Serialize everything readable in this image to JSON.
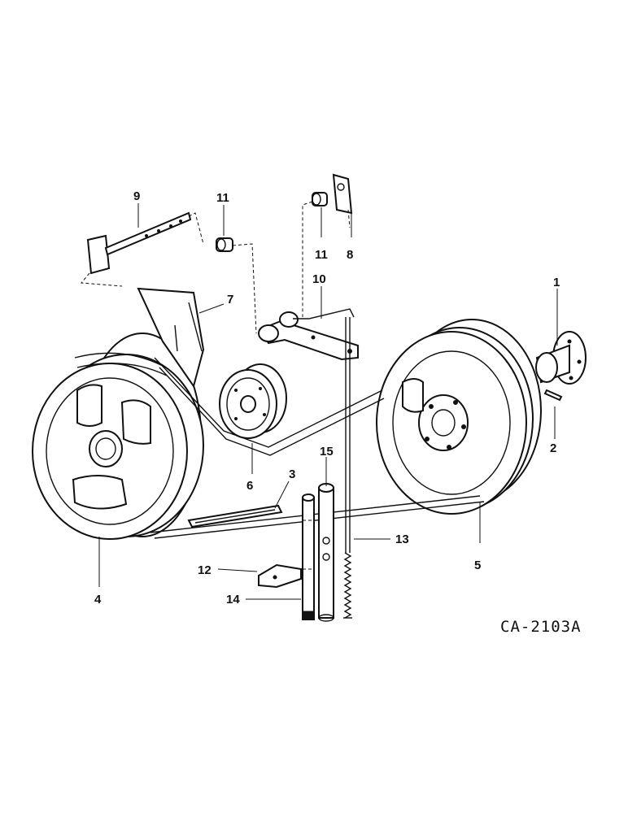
{
  "callouts": {
    "c1": "1",
    "c2": "2",
    "c3": "3",
    "c4": "4",
    "c5": "5",
    "c6": "6",
    "c7": "7",
    "c8": "8",
    "c9": "9",
    "c10": "10",
    "c11a": "11",
    "c11b": "11",
    "c12": "12",
    "c13": "13",
    "c14": "14",
    "c15": "15"
  },
  "drawing_code": "CA-2103A"
}
